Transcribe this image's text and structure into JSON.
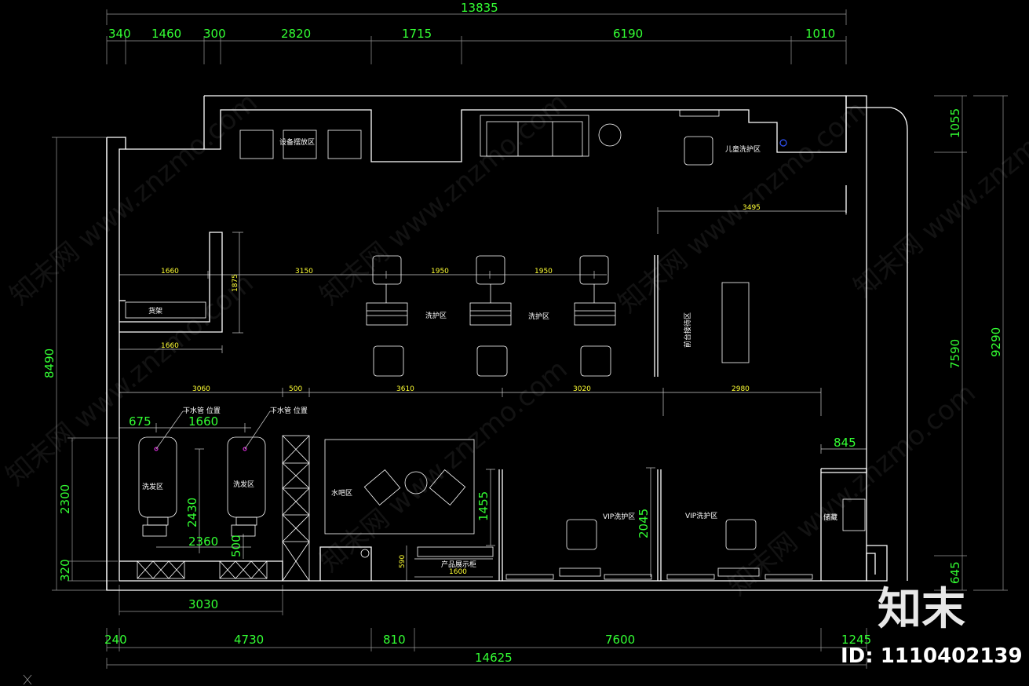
{
  "drawing": {
    "overall_top": "13835",
    "overall_bottom": "14625",
    "top_dims": [
      "340",
      "1460",
      "300",
      "2820",
      "1715",
      "6190",
      "1010"
    ],
    "bottom_dims": [
      "240",
      "4730",
      "810",
      "7600",
      "1245"
    ],
    "left_overall": "8490",
    "left_dims": [
      "2300",
      "320"
    ],
    "right_overall": "9290",
    "right_dims": [
      "1055",
      "7590",
      "645"
    ],
    "inner_dims": {
      "top_right": "3495",
      "row1": [
        "1660",
        "3150",
        "1950",
        "1950"
      ],
      "r1875": "1875",
      "row2": "1660",
      "row3": [
        "3060",
        "500",
        "3610",
        "3020",
        "2980"
      ],
      "wash_offsets": [
        "675",
        "1660"
      ],
      "wash_v": "2430",
      "wash_w": "2360",
      "wash_500": "500",
      "bottom_left": "3030",
      "bar_h": "1455",
      "vip_h": "2045",
      "right_845": "845",
      "display_590": "590",
      "display_1600": "1600"
    }
  },
  "labels": {
    "equipment": "设备摆放区",
    "kids": "儿童洗护区",
    "cabinet": "货架",
    "care1": "洗护区",
    "care2": "洗护区",
    "reception": "前台接待区",
    "drain1": "下水管 位置",
    "drain2": "下水管 位置",
    "wash1": "洗发区",
    "wash2": "洗发区",
    "bar": "水吧区",
    "vip1": "VIP洗护区",
    "vip2": "VIP洗护区",
    "display": "产品展示柜",
    "storage": "储藏"
  },
  "watermarks": [
    "知末网 www.znzmo.com"
  ],
  "brand": {
    "logo_text": "知末",
    "id_text": "ID: 1110402139"
  }
}
